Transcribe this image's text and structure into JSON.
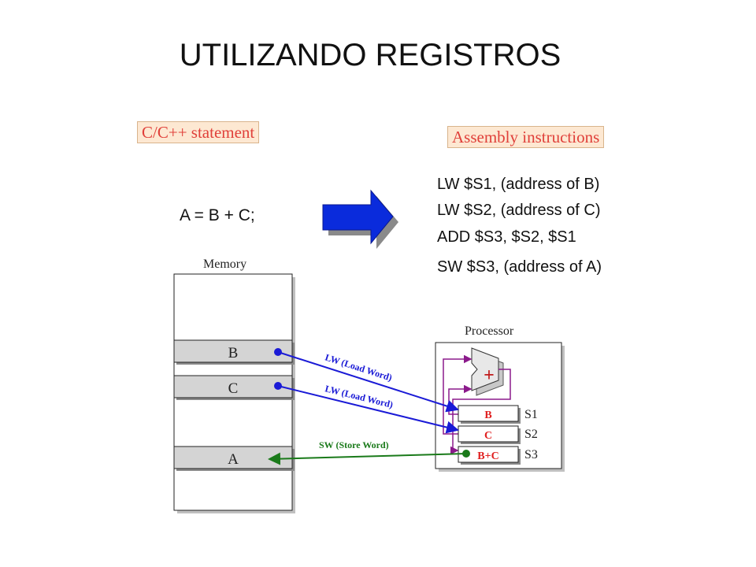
{
  "title": "UTILIZANDO REGISTROS",
  "c_label": "C/C++ statement",
  "asm_label": "Assembly instructions",
  "statement": "A = B + C;",
  "assembly": [
    "LW  $S1, (address of B)",
    "LW  $S2, (address of C)",
    "ADD  $S3, $S2, $S1",
    "SW  $S3, (address of A)"
  ],
  "memory": {
    "label": "Memory",
    "cells": [
      "B",
      "C",
      "A"
    ]
  },
  "processor": {
    "label": "Processor",
    "adder_symbol": "+",
    "registers": [
      {
        "name": "S1",
        "value": "B"
      },
      {
        "name": "S2",
        "value": "C"
      },
      {
        "name": "S3",
        "value": "B+C"
      }
    ]
  },
  "arrows": {
    "load_b": "LW (Load Word)",
    "load_c": "LW (Load Word)",
    "store_a": "SW (Store Word)"
  },
  "colors": {
    "label_text": "#e0403a",
    "label_bg": "#fde8d2",
    "big_arrow": "#0a2bdc",
    "load_color": "#1a1ad6",
    "store_color": "#1a7a1a",
    "bus_color": "#8b1a8b",
    "register_text": "#e02020"
  }
}
